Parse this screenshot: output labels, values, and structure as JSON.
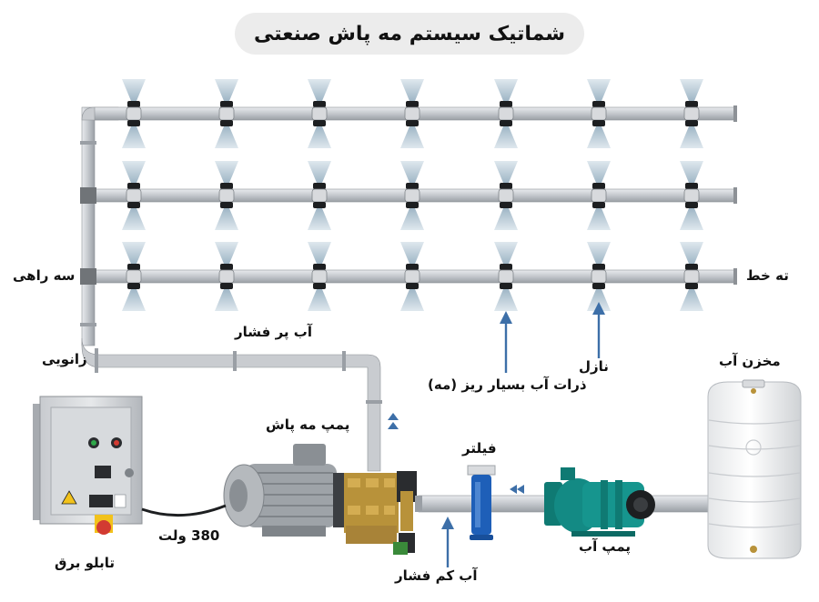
{
  "title": "شماتیک سیستم مه پاش صنعتی",
  "labels": {
    "three_way": "سه راهی",
    "end_line": "ته خط",
    "high_pressure_water": "آب پر فشار",
    "elbow": "زانویی",
    "nozzle": "نازل",
    "mist_particles": "ذرات آب بسیار ریز (مه)",
    "water_tank": "مخزن آب",
    "mist_pump": "پمپ مه پاش",
    "filter": "فیلتر",
    "water_pump": "پمپ آب",
    "low_pressure_water": "آب کم فشار",
    "voltage": "380 ولت",
    "electrical_panel": "تابلو برق"
  },
  "colors": {
    "pipe": "#c9ccd0",
    "pipe_edge": "#8d9196",
    "arrow": "#3d6fa8",
    "pump_teal": "#138a84",
    "filter_blue": "#1e5fb8",
    "brass": "#b8923a"
  }
}
